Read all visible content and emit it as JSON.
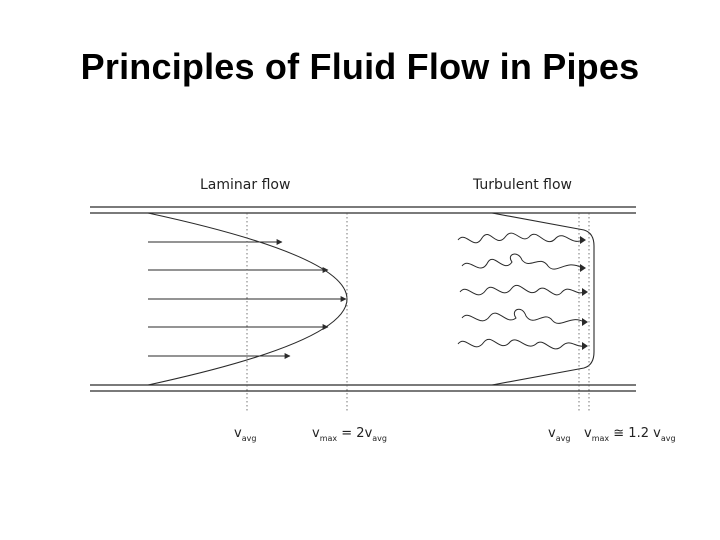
{
  "slide": {
    "title": "Principles of Fluid Flow in Pipes"
  },
  "diagram": {
    "laminar": {
      "label": "Laminar flow",
      "v_avg": {
        "symbol": "v",
        "sub": "avg"
      },
      "v_max": {
        "symbol": "v",
        "sub": "max",
        "relation": " = 2v",
        "rel_sub": "avg"
      }
    },
    "turbulent": {
      "label": "Turbulent flow",
      "v_avg": {
        "symbol": "v",
        "sub": "avg"
      },
      "v_max": {
        "symbol": "v",
        "sub": "max",
        "relation": " ≅ 1.2 v",
        "rel_sub": "avg"
      }
    },
    "colors": {
      "line": "#2a2a2a",
      "text": "#222222",
      "background": "#ffffff"
    }
  }
}
